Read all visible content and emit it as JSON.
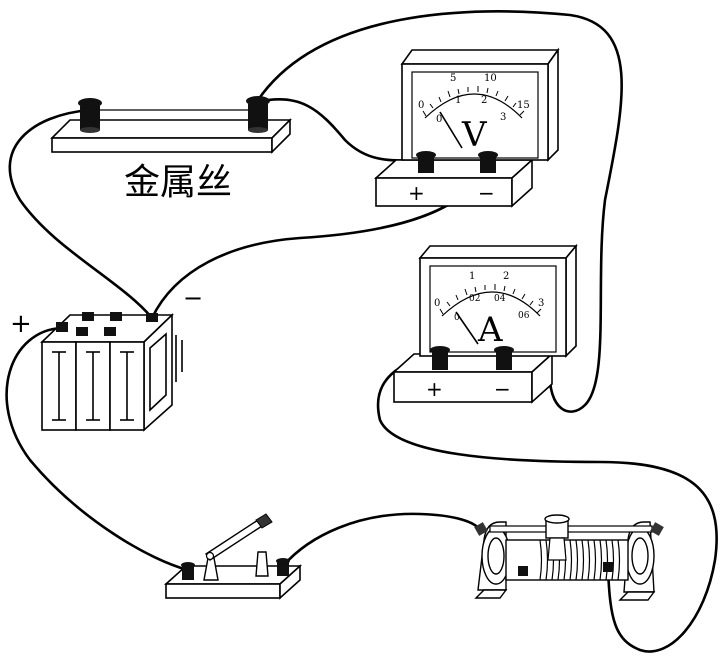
{
  "wire_label": "金属丝",
  "battery": {
    "plus": "+",
    "minus": "−"
  },
  "voltmeter": {
    "symbol": "V",
    "upper_scale": [
      "5",
      "10",
      "15"
    ],
    "lower_scale": [
      "0",
      "1",
      "2",
      "3"
    ],
    "zero_label": "0",
    "terminals": {
      "plus": "+",
      "minus": "−"
    }
  },
  "ammeter": {
    "symbol": "A",
    "upper_scale": [
      "0",
      "1",
      "2",
      "3"
    ],
    "lower_scale": [
      "0",
      "02",
      "04",
      "06"
    ],
    "terminals": {
      "plus": "+",
      "minus": "−"
    }
  }
}
